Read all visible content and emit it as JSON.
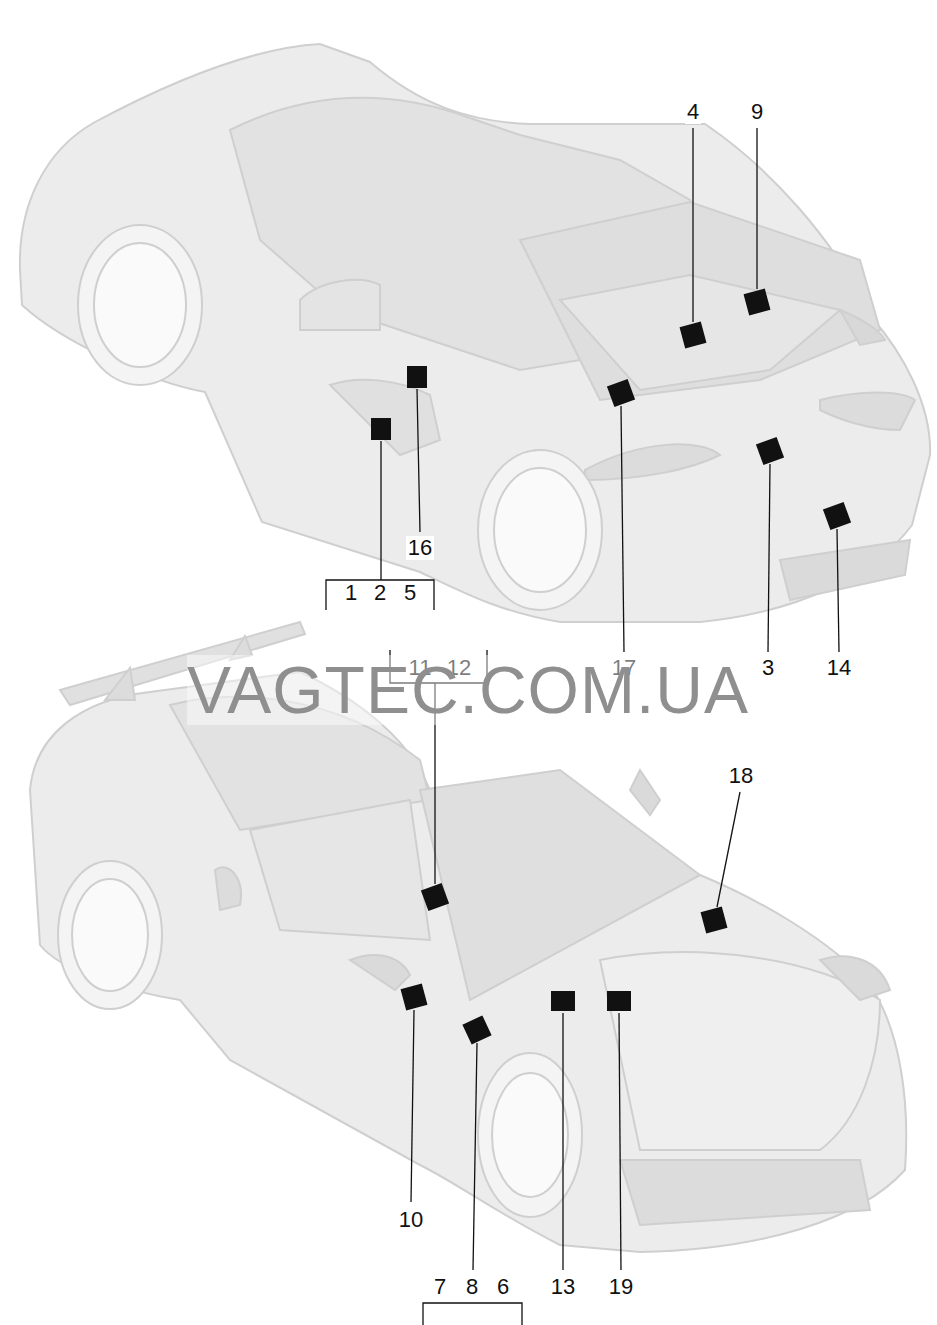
{
  "diagram": {
    "labels": [
      "4",
      "9",
      "16",
      "1",
      "2",
      "5",
      "17",
      "3",
      "14",
      "11",
      "12",
      "VAGTEC.COM.UA",
      "18",
      "10",
      "13",
      "19",
      "7",
      "8",
      "6"
    ]
  }
}
